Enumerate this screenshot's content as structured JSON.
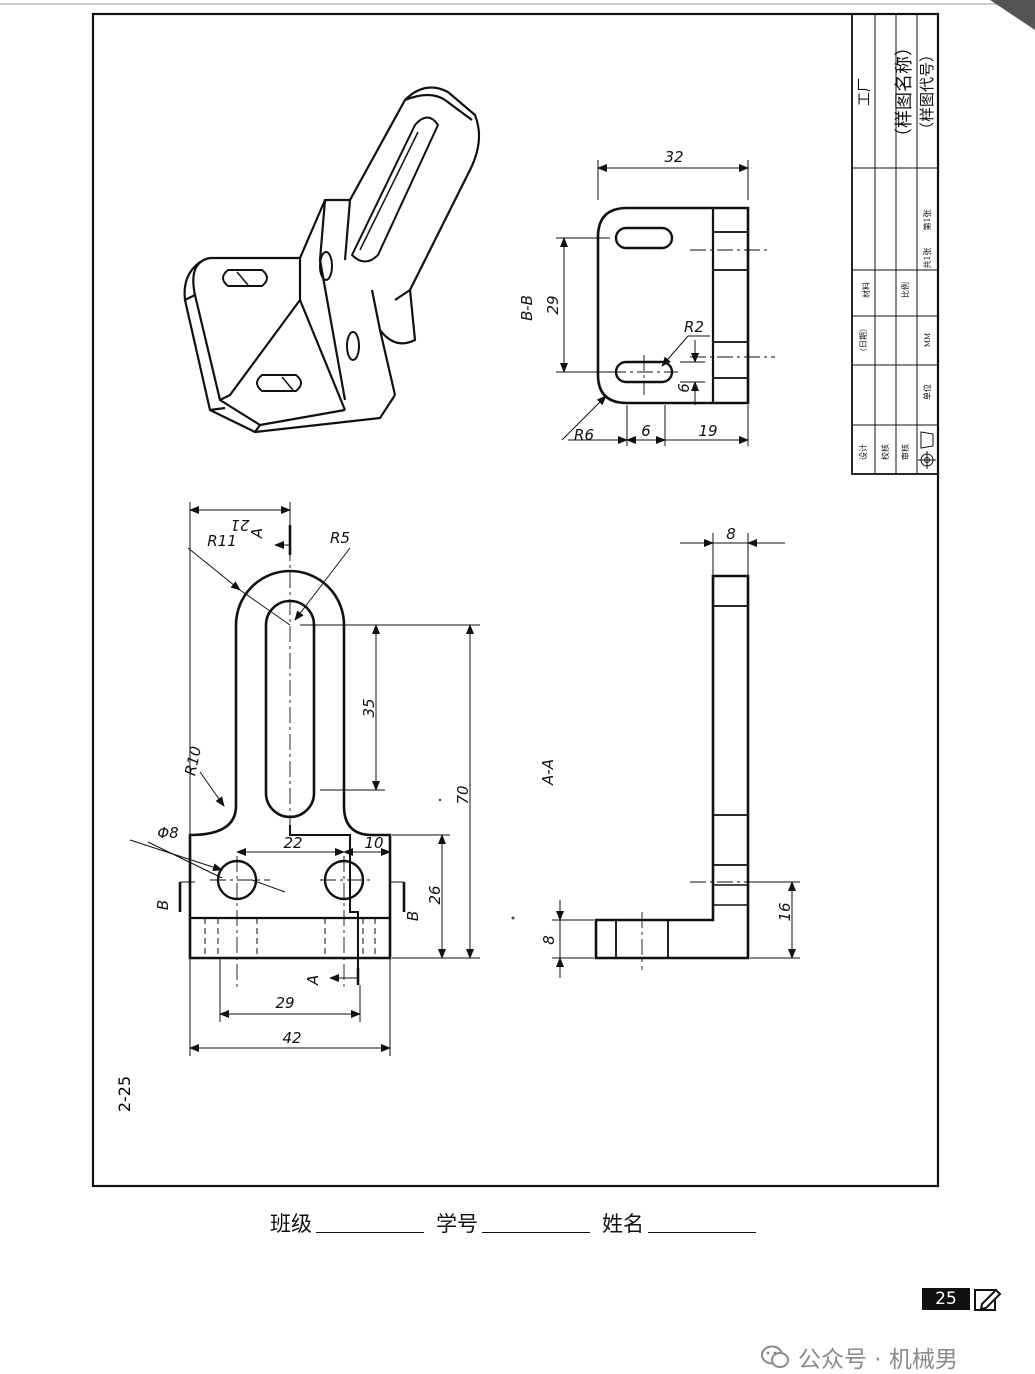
{
  "title_block": {
    "factory": "工厂",
    "drawing_name": "（样图名称）",
    "drawing_code": "（样图代号）",
    "date_label": "（日期）",
    "material_label": "材料",
    "scale_label": "比例",
    "sheets_total": "共1张",
    "sheet_no": "第1张",
    "designer_label": "设计",
    "checker_label": "校核",
    "reviewer_label": "审核",
    "unit_label": "单位",
    "unit_value": "MM"
  },
  "views": {
    "bb_label": "B-B",
    "aa_label": "A-A",
    "cut_a": "A",
    "cut_b": "B",
    "exercise_no": "2-25"
  },
  "dimensions": {
    "bb_width": "32",
    "bb_height": "29",
    "bb_r2": "R2",
    "bb_r6": "R6",
    "bb_6a": "6",
    "bb_6b": "6",
    "bb_19": "19",
    "fv_21": "21",
    "fv_r11": "R11",
    "fv_r5": "R5",
    "fv_35": "35",
    "fv_70": "70",
    "fv_r10": "R10",
    "fv_phi8": "Φ8",
    "fv_22": "22",
    "fv_10": "10",
    "fv_26": "26",
    "fv_29": "29",
    "fv_42": "42",
    "aa_8_top": "8",
    "aa_16": "16",
    "aa_8_side": "8"
  },
  "footer": {
    "class_label": "班级",
    "student_no_label": "学号",
    "name_label": "姓名",
    "page_number": "25",
    "watermark": "公众号 · 机械男"
  }
}
